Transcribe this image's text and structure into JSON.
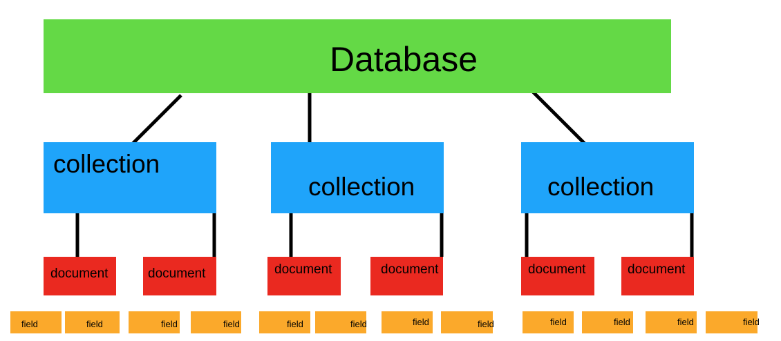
{
  "database": {
    "label": "Database"
  },
  "collections": [
    {
      "label": "collection"
    },
    {
      "label": "collection"
    },
    {
      "label": "collection"
    }
  ],
  "documents": [
    {
      "label": "document"
    },
    {
      "label": "document"
    },
    {
      "label": "document"
    },
    {
      "label": "document"
    },
    {
      "label": "document"
    },
    {
      "label": "document"
    }
  ],
  "fields": [
    {
      "label": "field"
    },
    {
      "label": "field"
    },
    {
      "label": "field"
    },
    {
      "label": "field"
    },
    {
      "label": "field"
    },
    {
      "label": "field"
    },
    {
      "label": "field"
    },
    {
      "label": "field"
    },
    {
      "label": "field"
    },
    {
      "label": "field"
    },
    {
      "label": "field"
    },
    {
      "label": "field"
    }
  ],
  "colors": {
    "database": "#64d946",
    "collection": "#1fa4fa",
    "document": "#ea2920",
    "field": "#fba92b",
    "connector": "#000000"
  }
}
